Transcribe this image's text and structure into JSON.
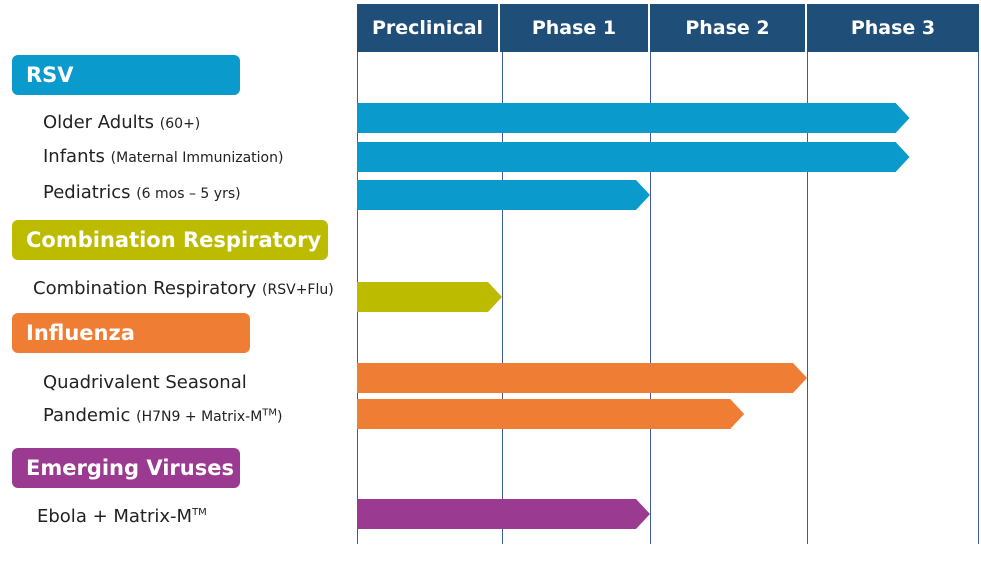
{
  "chart_data": {
    "type": "bar",
    "phases": [
      "Preclinical",
      "Phase 1",
      "Phase 2",
      "Phase 3"
    ],
    "colors": {
      "header": "#1f4e79",
      "grid": "#3d5aa8",
      "rsv": "#0a9bcc",
      "combination": "#bdbb00",
      "influenza": "#ef7d33",
      "emerging": "#9a3a90"
    },
    "groups": [
      {
        "name": "RSV",
        "color_key": "rsv",
        "rows": [
          {
            "label": "Older Adults",
            "detail": "(60+)",
            "phase_progress": 3.6
          },
          {
            "label": "Infants",
            "detail": "(Maternal Immunization)",
            "phase_progress": 3.6
          },
          {
            "label": "Pediatrics",
            "detail": "(6 mos – 5 yrs)",
            "phase_progress": 2.0
          }
        ]
      },
      {
        "name": "Combination Respiratory",
        "color_key": "combination",
        "rows": [
          {
            "label": "Combination Respiratory",
            "detail": "(RSV+Flu)",
            "phase_progress": 1.0
          }
        ]
      },
      {
        "name": "Influenza",
        "color_key": "influenza",
        "rows": [
          {
            "label": "Quadrivalent Seasonal",
            "detail": "",
            "phase_progress": 3.0
          },
          {
            "label": "Pandemic",
            "detail": "(H7N9 + Matrix-M",
            "detail_sup": "TM",
            "detail_end": ")",
            "phase_progress": 2.6
          }
        ]
      },
      {
        "name": "Emerging Viruses",
        "color_key": "emerging",
        "rows": [
          {
            "label": "Ebola + Matrix-M",
            "label_sup": "TM",
            "detail": "",
            "phase_progress": 2.0
          }
        ]
      }
    ]
  }
}
